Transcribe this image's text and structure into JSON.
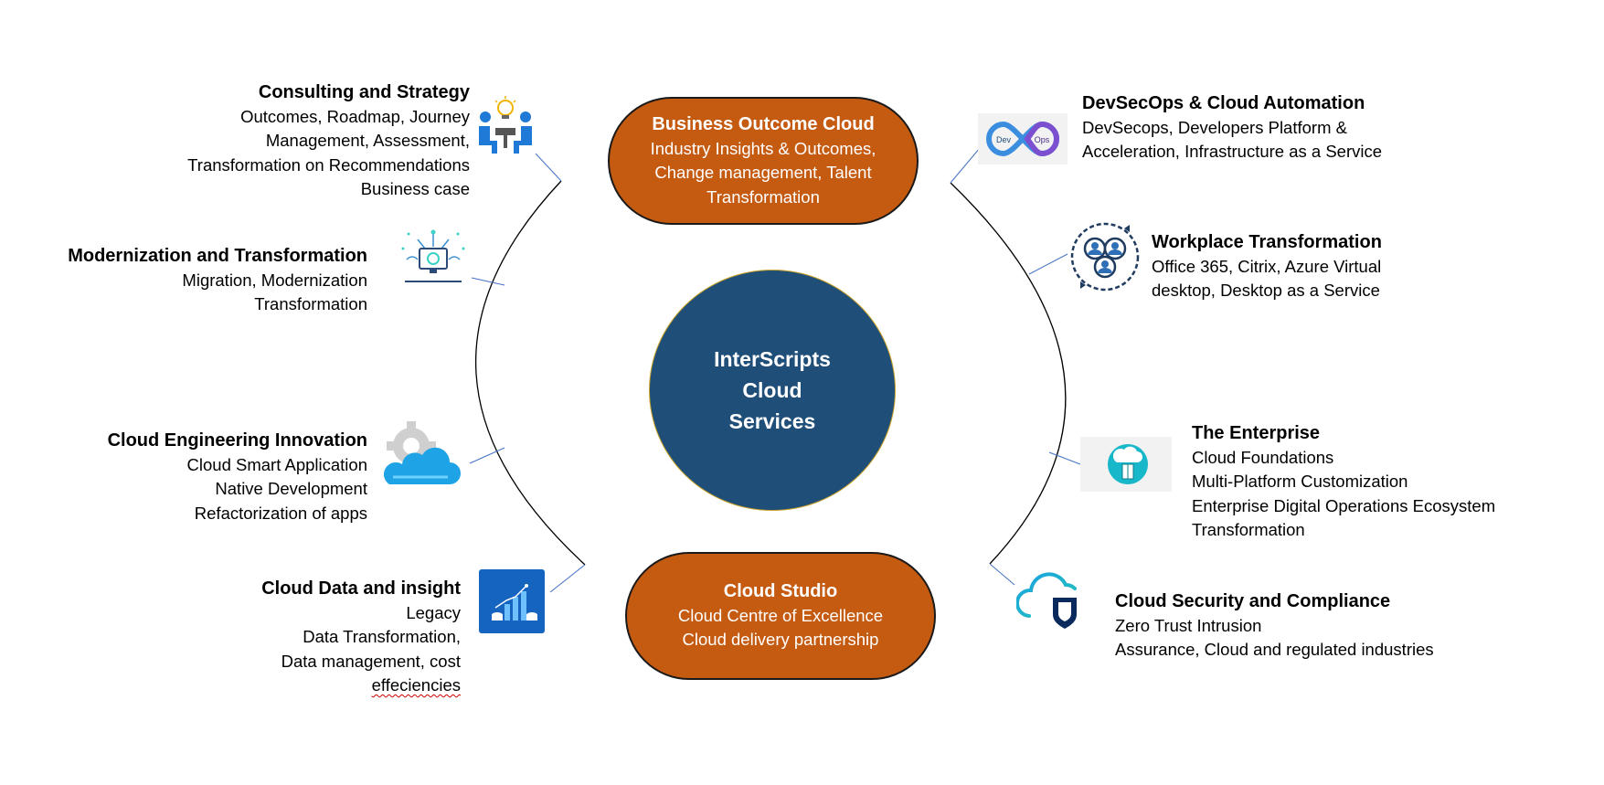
{
  "hub": {
    "lines": [
      "InterScripts",
      "Cloud",
      "Services"
    ]
  },
  "top_pill": {
    "title": "Business Outcome Cloud",
    "lines": [
      "Industry Insights & Outcomes,",
      "Change management, Talent",
      "Transformation"
    ]
  },
  "bottom_pill": {
    "title": "Cloud Studio",
    "lines": [
      "Cloud Centre of Excellence",
      "Cloud delivery partnership"
    ]
  },
  "left": [
    {
      "title": "Consulting and Strategy",
      "lines": [
        "Outcomes, Roadmap, Journey",
        "Management, Assessment,",
        "Transformation on Recommendations",
        "Business case"
      ]
    },
    {
      "title": "Modernization and Transformation",
      "lines": [
        "Migration, Modernization",
        "Transformation"
      ]
    },
    {
      "title": "Cloud Engineering Innovation",
      "lines": [
        "Cloud Smart Application",
        "Native Development",
        "Refactorization of apps"
      ]
    },
    {
      "title": "Cloud Data and insight",
      "lines": [
        "Legacy",
        "Data Transformation,",
        "Data management, cost",
        "effeciencies"
      ]
    }
  ],
  "right": [
    {
      "title": "DevSecOps & Cloud Automation",
      "lines": [
        "DevSecops, Developers Platform &",
        "Acceleration, Infrastructure as a Service"
      ]
    },
    {
      "title": "Workplace Transformation",
      "lines": [
        "Office 365, Citrix, Azure Virtual",
        "desktop, Desktop as a Service"
      ]
    },
    {
      "title": "The Enterprise",
      "lines": [
        "Cloud Foundations",
        "Multi-Platform Customization",
        "Enterprise Digital Operations Ecosystem",
        "Transformation"
      ]
    },
    {
      "title": "Cloud Security and Compliance",
      "lines": [
        "Zero Trust Intrusion",
        "Assurance, Cloud and regulated industries"
      ]
    }
  ],
  "icons": {
    "devops_badge": [
      "Dev",
      "Ops"
    ]
  },
  "colors": {
    "pill": "#c55a11",
    "hub": "#1f4e79",
    "hub_border": "#c9a227",
    "connector": "#4472c4",
    "arc": "#000000"
  }
}
